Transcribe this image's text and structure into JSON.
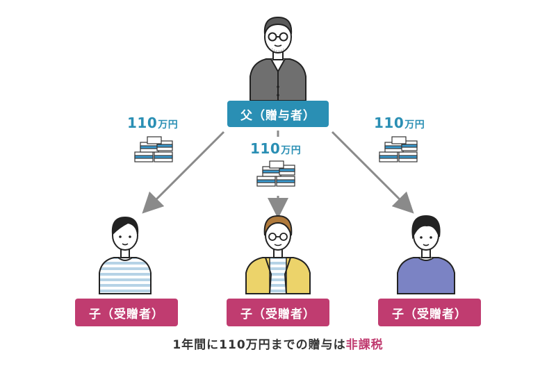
{
  "colors": {
    "giver_box": "#2a8fb4",
    "receiver_box": "#c03c70",
    "amount_text": "#2a8fb4",
    "arrow": "#8a8a8a",
    "emphasis": "#c03c70",
    "money_blue": "#3a9bd0"
  },
  "giver": {
    "label": "父（贈与者）"
  },
  "amounts": {
    "left": {
      "number": "110",
      "unit": "万円"
    },
    "center": {
      "number": "110",
      "unit": "万円"
    },
    "right": {
      "number": "110",
      "unit": "万円"
    }
  },
  "receivers": [
    {
      "label": "子（受贈者）"
    },
    {
      "label": "子（受贈者）"
    },
    {
      "label": "子（受贈者）"
    }
  ],
  "footer": {
    "main": "1年間に110万円までの贈与は",
    "emphasis": "非課税"
  }
}
